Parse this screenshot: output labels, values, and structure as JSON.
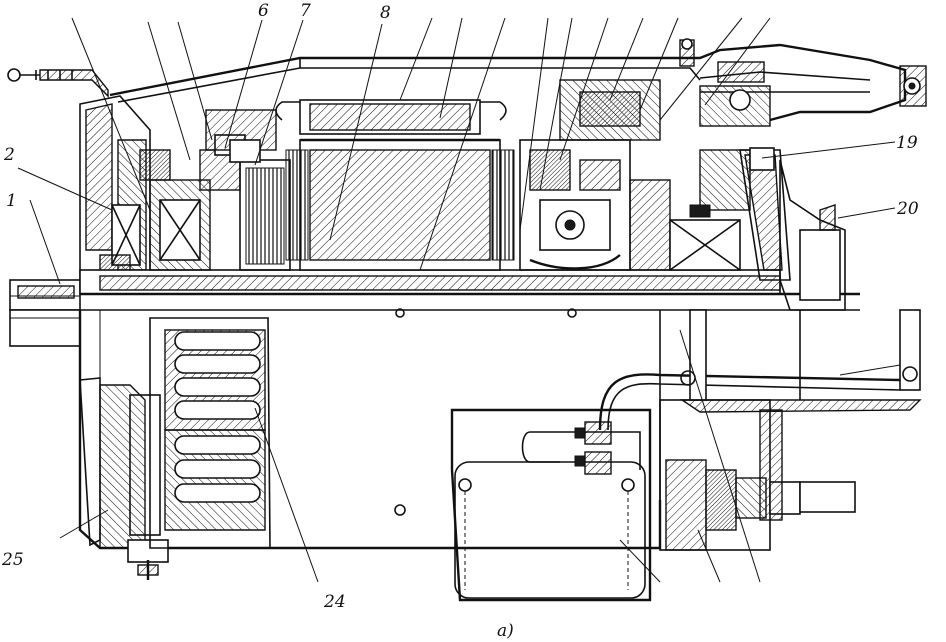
{
  "figure": {
    "caption": "a)",
    "labels": {
      "l1": "1",
      "l2": "2",
      "l6": "6",
      "l7": "7",
      "l8": "8",
      "l19": "19",
      "l20": "20",
      "l24": "24",
      "l25": "25"
    }
  }
}
